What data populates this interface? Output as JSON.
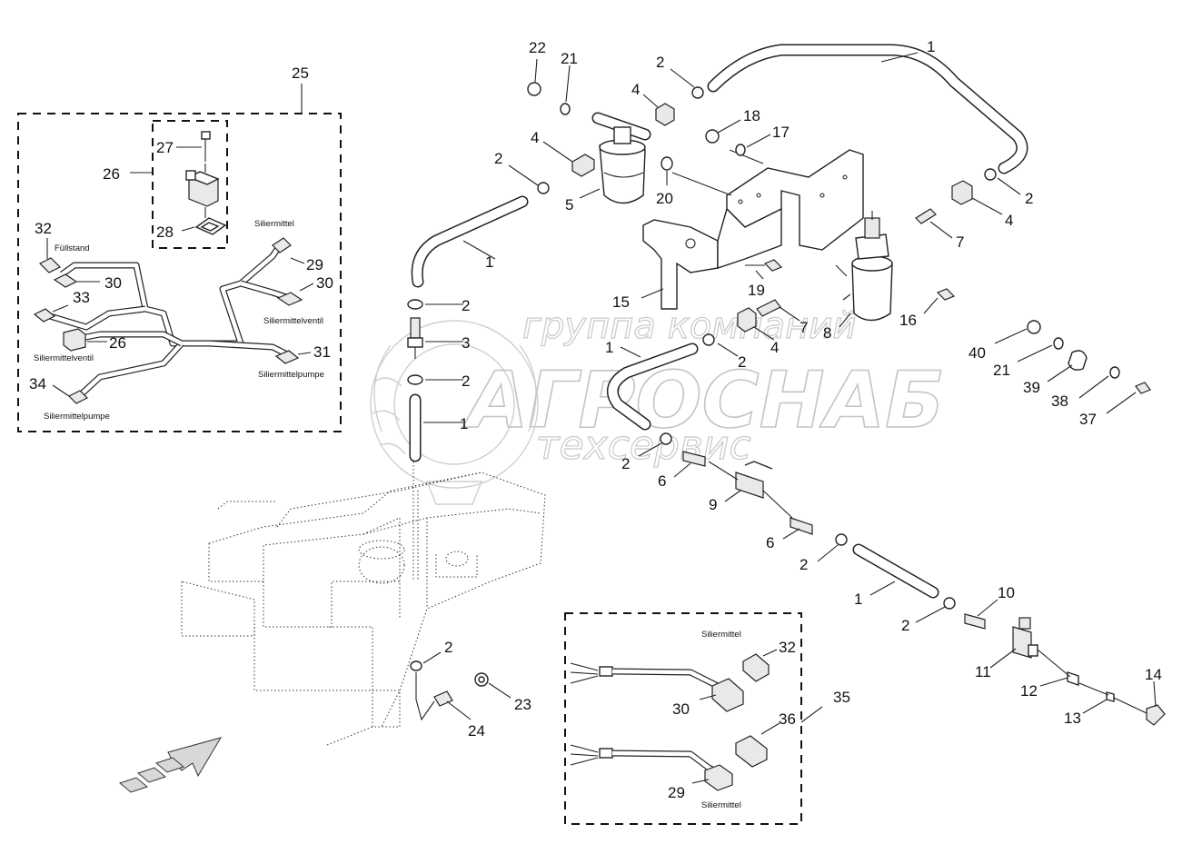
{
  "watermark": {
    "line1": "группа компаний",
    "line2": "АГРОСНАБ",
    "line3": "техсервис"
  },
  "callouts": {
    "n1": "1",
    "n2": "2",
    "n3": "3",
    "n4": "4",
    "n5": "5",
    "n6": "6",
    "n7": "7",
    "n8": "8",
    "n9": "9",
    "n10": "10",
    "n11": "11",
    "n12": "12",
    "n13": "13",
    "n14": "14",
    "n15": "15",
    "n16": "16",
    "n17": "17",
    "n18": "18",
    "n19": "19",
    "n20": "20",
    "n21": "21",
    "n22": "22",
    "n23": "23",
    "n24": "24",
    "n25": "25",
    "n26": "26",
    "n27": "27",
    "n28": "28",
    "n29": "29",
    "n30": "30",
    "n31": "31",
    "n32": "32",
    "n33": "33",
    "n34": "34",
    "n35": "35",
    "n36": "36",
    "n37": "37",
    "n38": "38",
    "n39": "39",
    "n40": "40"
  },
  "captions": {
    "siliermittel": "Siliermittel",
    "fuellstand": "Füllstand",
    "siliermittelventil": "Siliermittelventil",
    "siliermittelpumpe": "Siliermittelpumpe"
  }
}
